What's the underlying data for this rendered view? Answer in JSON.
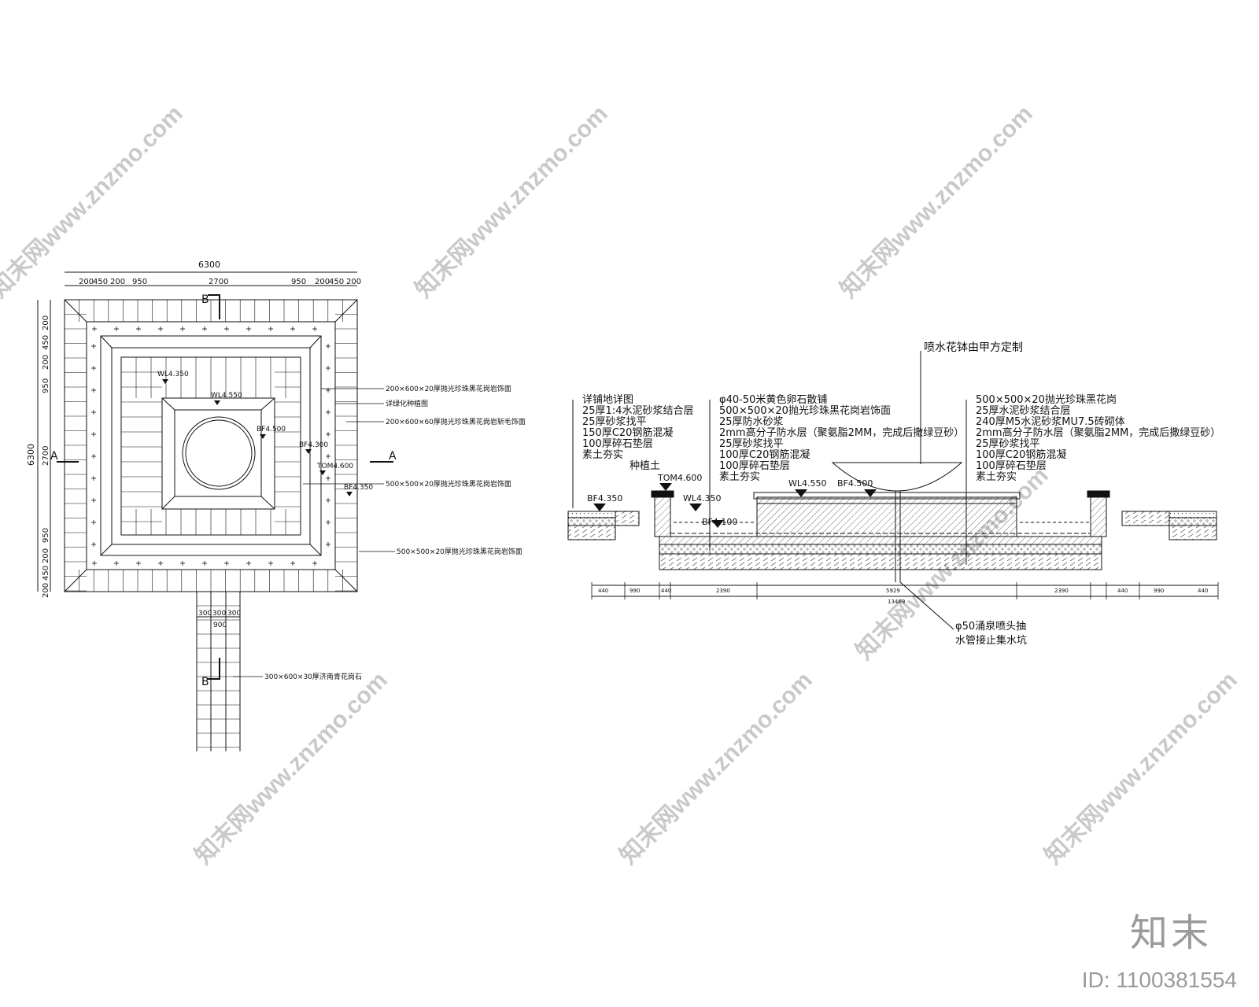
{
  "plan": {
    "overall_width": "6300",
    "top_segments": [
      "200",
      "450",
      "200",
      "950",
      "2700",
      "950",
      "200",
      "450",
      "200"
    ],
    "overall_height": "6300",
    "left_segments": [
      "200",
      "450",
      "200",
      "950",
      "2700",
      "950",
      "200",
      "450",
      "200"
    ],
    "section_a_marker": "A",
    "section_b_marker": "B",
    "path_dims": [
      "300",
      "300",
      "300"
    ],
    "path_total": "900",
    "level_tags": [
      "WL4.350",
      "WL4.550",
      "BF4.500",
      "BF4.300",
      "TOM4.600",
      "BF4.350"
    ],
    "callouts": [
      "200×600×20厚抛光珍珠黑花岗岩饰面",
      "详绿化种植图",
      "200×600×60厚抛光珍珠黑花岗岩斩毛饰面",
      "500×500×20厚抛光珍珠黑花岗岩饰面",
      "500×500×20厚抛光珍珠黑花岗岩饰面",
      "300×600×30厚济南青花岗石"
    ]
  },
  "section": {
    "top_note": "喷水花钵由甲方定制",
    "layers_left": [
      "详铺地详图",
      "25厚1:4水泥砂浆结合层",
      "25厚砂浆找平",
      "150厚C20钢筋混凝",
      "100厚碎石垫层",
      "素土夯实"
    ],
    "planting_note": "种植土",
    "layers_middle": [
      "φ40-50米黄色卵石散铺",
      "500×500×20抛光珍珠黑花岗岩饰面",
      "25厚防水砂浆",
      "2mm高分子防水层（聚氨脂2MM，完成后撒绿豆砂）",
      "25厚砂浆找平",
      "100厚C20钢筋混凝",
      "100厚碎石垫层",
      "素土夯实"
    ],
    "layers_right": [
      "500×500×20抛光珍珠黑花岗",
      "25厚水泥砂浆结合层",
      "240厚M5水泥砂浆MU7.5砖砌体",
      "2mm高分子防水层（聚氨脂2MM，完成后撒绿豆砂）",
      "25厚砂浆找平",
      "100厚C20钢筋混凝",
      "100厚碎石垫层",
      "素土夯实"
    ],
    "level_tags": [
      "BF4.350",
      "TOM4.600",
      "WL4.350",
      "BF4.100",
      "WL4.550",
      "BF4.500"
    ],
    "dims": [
      "440",
      "990",
      "440",
      "2390",
      "5929",
      "2390",
      "440",
      "990",
      "440"
    ],
    "dim_total": "13469",
    "pipe_note_1": "φ50涌泉喷头抽",
    "pipe_note_2": "水管接止集水坑"
  },
  "watermark": {
    "text": "知末网www.znzmo.com",
    "brand": "知末",
    "image_id": "ID: 1100381554"
  }
}
